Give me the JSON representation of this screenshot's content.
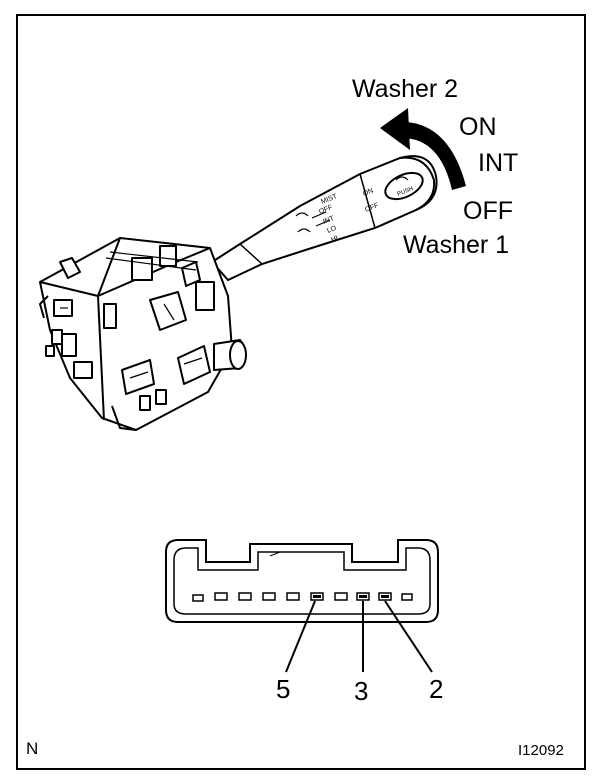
{
  "positions": {
    "washer2": "Washer 2",
    "on": "ON",
    "int": "INT",
    "off": "OFF",
    "washer1": "Washer 1"
  },
  "lever_marks": {
    "mist": "MIST",
    "off": "OFF",
    "int": "INT",
    "lo": "LO",
    "hi": "HI",
    "on": "ON",
    "off2": "OFF",
    "push": "PUSH"
  },
  "connector_pins": [
    "5",
    "3",
    "2"
  ],
  "corner_letter": "N",
  "figure_code": "I12092"
}
